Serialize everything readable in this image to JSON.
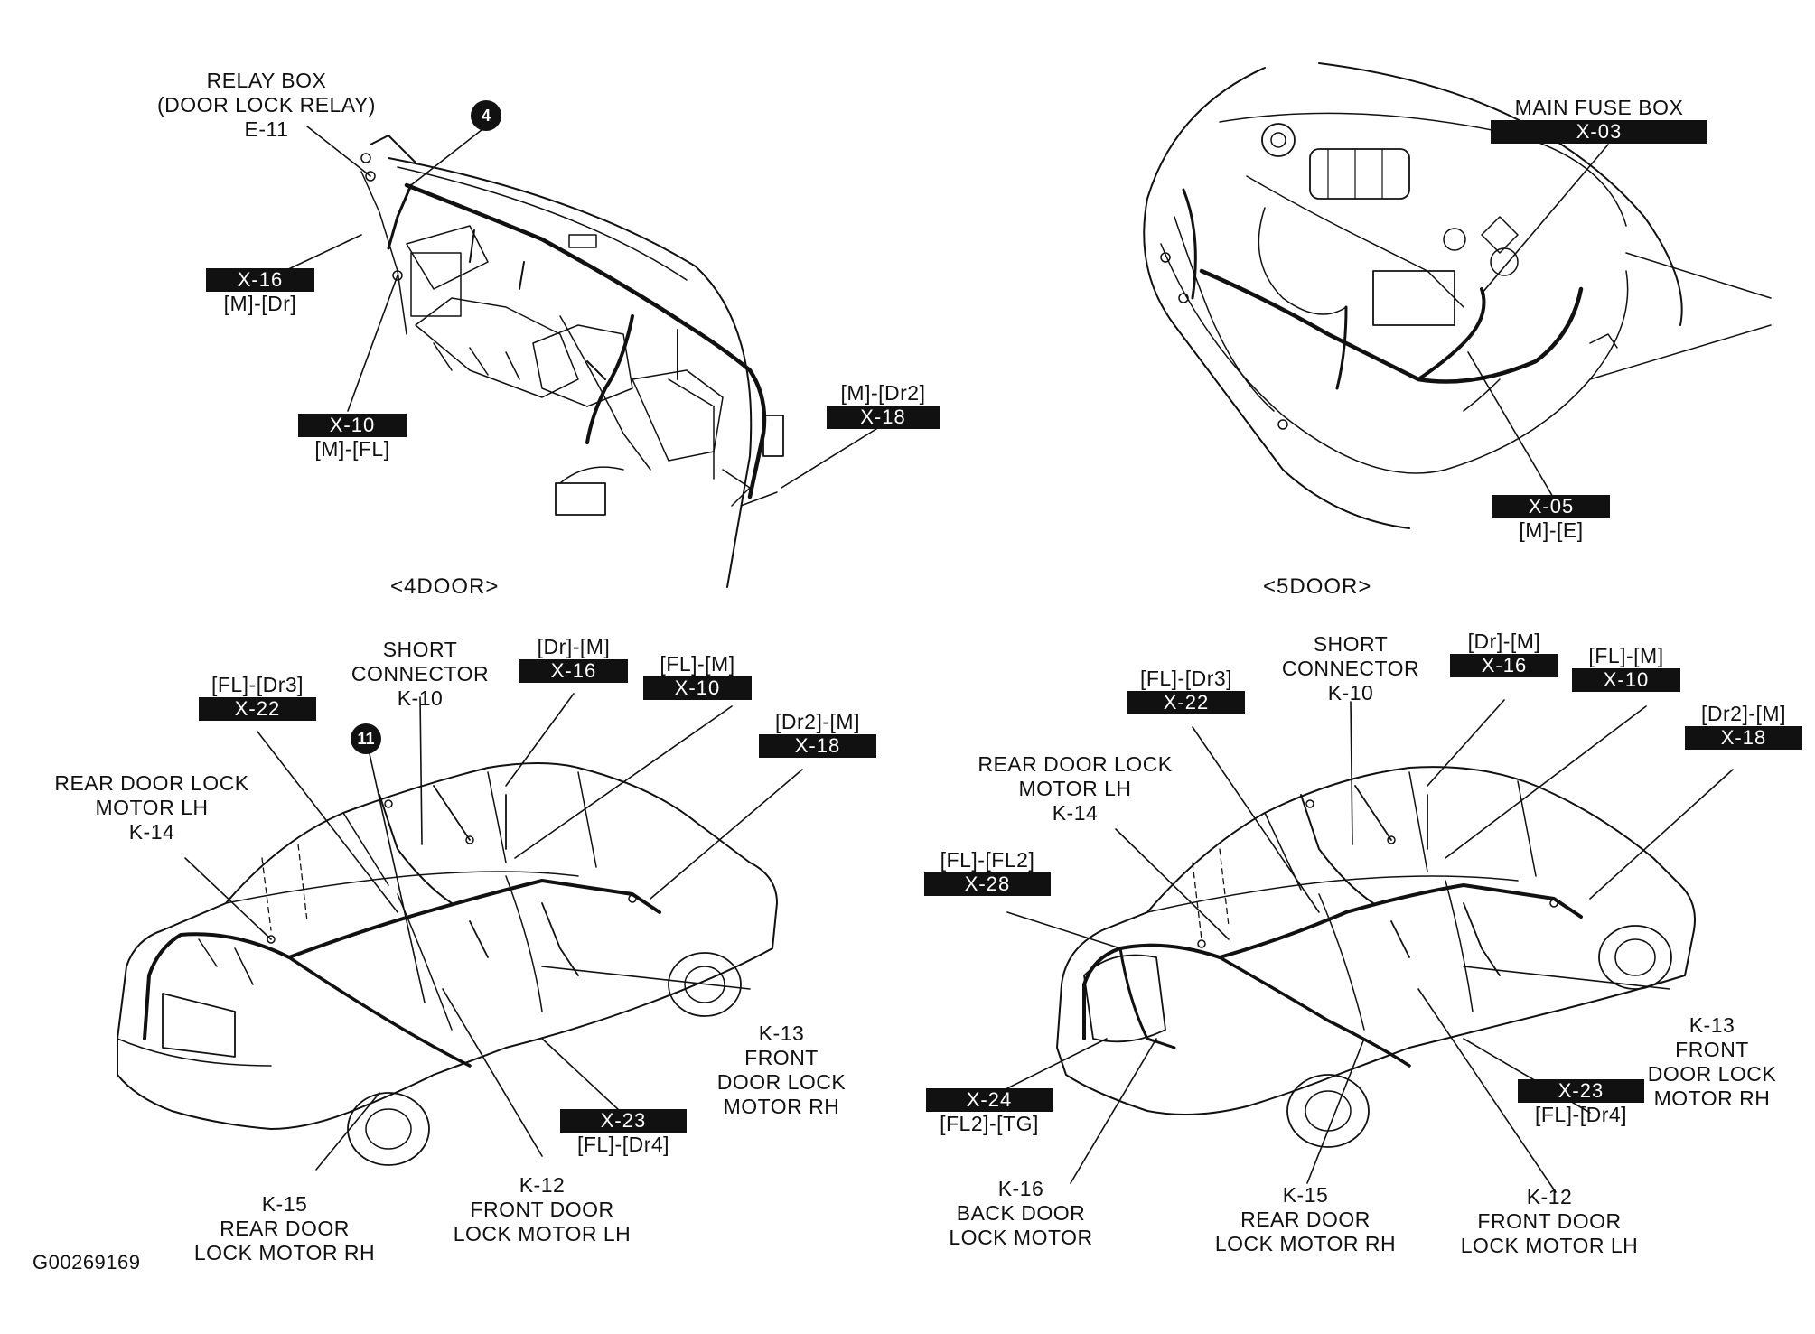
{
  "views": {
    "view_4door": "<4DOOR>",
    "view_5door": "<5DOOR>"
  },
  "figure_id": "G00269169",
  "callouts": {
    "c4": "4",
    "c11": "11"
  },
  "labels": {
    "relay_box": [
      "RELAY BOX",
      "(DOOR LOCK RELAY)",
      "E-11"
    ],
    "tl_x16": {
      "tag": "X-16",
      "sub": "[M]-[Dr]"
    },
    "tl_x10": {
      "tag": "X-10",
      "sub": "[M]-[FL]"
    },
    "tl_x18": {
      "sup": "[M]-[Dr2]",
      "tag": "X-18"
    },
    "tr_fuse": {
      "text": "MAIN FUSE BOX",
      "tag": "X-03"
    },
    "tr_x05": {
      "tag": "X-05",
      "sub": "[M]-[E]"
    },
    "bl_x22": {
      "sup": "[FL]-[Dr3]",
      "tag": "X-22"
    },
    "bl_short": [
      "SHORT",
      "CONNECTOR",
      "K-10"
    ],
    "bl_x16": {
      "sup": "[Dr]-[M]",
      "tag": "X-16"
    },
    "bl_x10": {
      "sup": "[FL]-[M]",
      "tag": "X-10"
    },
    "bl_x18": {
      "sup": "[Dr2]-[M]",
      "tag": "X-18"
    },
    "bl_k14": [
      "REAR DOOR LOCK",
      "MOTOR LH",
      "K-14"
    ],
    "bl_k13": [
      "K-13",
      "FRONT",
      "DOOR LOCK",
      "MOTOR RH"
    ],
    "bl_x23": {
      "tag": "X-23",
      "sub": "[FL]-[Dr4]"
    },
    "bl_k12": [
      "K-12",
      "FRONT DOOR",
      "LOCK MOTOR LH"
    ],
    "bl_k15": [
      "K-15",
      "REAR DOOR",
      "LOCK MOTOR RH"
    ],
    "br_x22": {
      "sup": "[FL]-[Dr3]",
      "tag": "X-22"
    },
    "br_short": [
      "SHORT",
      "CONNECTOR",
      "K-10"
    ],
    "br_x16": {
      "sup": "[Dr]-[M]",
      "tag": "X-16"
    },
    "br_x10": {
      "sup": "[FL]-[M]",
      "tag": "X-10"
    },
    "br_x18": {
      "sup": "[Dr2]-[M]",
      "tag": "X-18"
    },
    "br_k14": [
      "REAR DOOR LOCK",
      "MOTOR LH",
      "K-14"
    ],
    "br_x28": {
      "sup": "[FL]-[FL2]",
      "tag": "X-28"
    },
    "br_k13": [
      "K-13",
      "FRONT",
      "DOOR LOCK",
      "MOTOR RH"
    ],
    "br_x23": {
      "tag": "X-23",
      "sub": "[FL]-[Dr4]"
    },
    "br_x24": {
      "tag": "X-24",
      "sub": "[FL2]-[TG]"
    },
    "br_k16": [
      "K-16",
      "BACK DOOR",
      "LOCK MOTOR"
    ],
    "br_k15": [
      "K-15",
      "REAR DOOR",
      "LOCK MOTOR RH"
    ],
    "br_k12": [
      "K-12",
      "FRONT DOOR",
      "LOCK MOTOR LH"
    ]
  }
}
